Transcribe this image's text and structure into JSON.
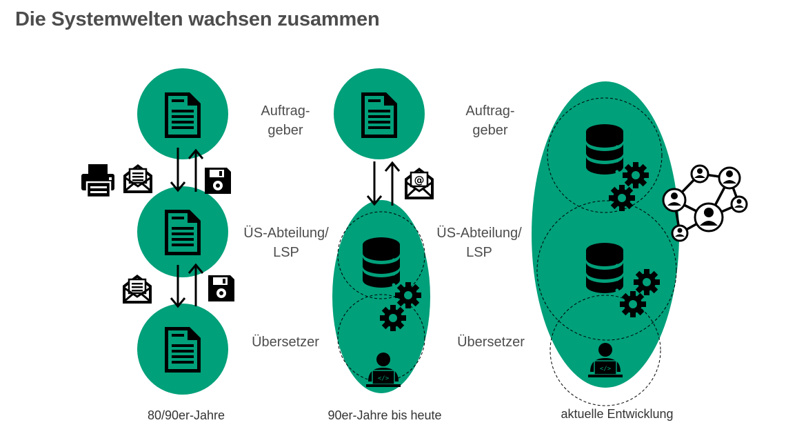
{
  "title": "Die Systemwelten wachsen zusammen",
  "colors": {
    "accent": "#00a07a",
    "text": "#4d4d4d",
    "icon": "#000000"
  },
  "columns": [
    {
      "caption": "80/90er-Jahre",
      "labels": {
        "client": [
          "Auftrag-",
          "geber"
        ],
        "department": [
          "ÜS-Abteilung/",
          "LSP"
        ],
        "translator": [
          "Übersetzer"
        ]
      },
      "icons": [
        "document-icon",
        "document-icon",
        "document-icon",
        "printer-icon",
        "envelope-icon",
        "floppy-disk-icon",
        "envelope-icon",
        "floppy-disk-icon"
      ]
    },
    {
      "caption": "90er-Jahre bis heute",
      "labels": {
        "client": [
          "Auftrag-",
          "geber"
        ],
        "department": [
          "ÜS-Abteilung/",
          "LSP"
        ],
        "translator": [
          "Übersetzer"
        ]
      },
      "icons": [
        "document-icon",
        "email-at-icon",
        "database-icon",
        "gears-icon",
        "developer-icon"
      ]
    },
    {
      "caption": "aktuelle Entwicklung",
      "icons": [
        "database-icon",
        "gears-icon",
        "database-icon",
        "gears-icon",
        "developer-icon",
        "network-icon"
      ]
    }
  ]
}
